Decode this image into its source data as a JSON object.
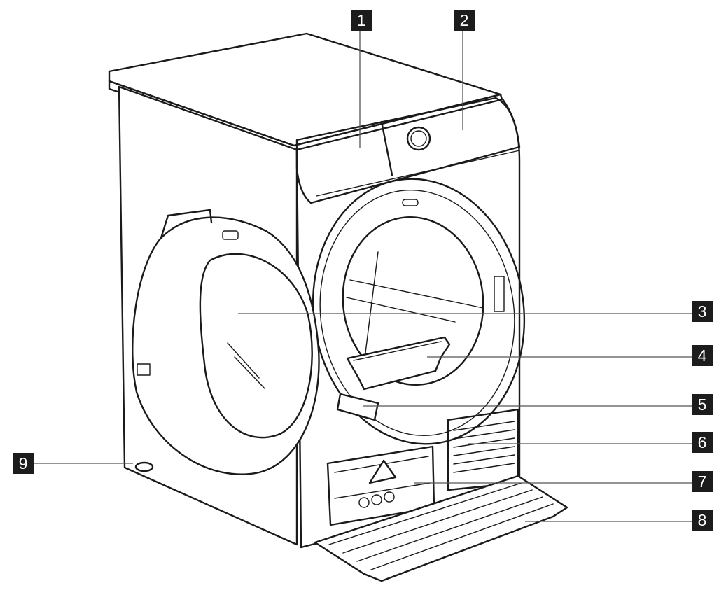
{
  "callouts": [
    {
      "id": "1",
      "label": "1"
    },
    {
      "id": "2",
      "label": "2"
    },
    {
      "id": "3",
      "label": "3"
    },
    {
      "id": "4",
      "label": "4"
    },
    {
      "id": "5",
      "label": "5"
    },
    {
      "id": "6",
      "label": "6"
    },
    {
      "id": "7",
      "label": "7"
    },
    {
      "id": "8",
      "label": "8"
    },
    {
      "id": "9",
      "label": "9"
    }
  ],
  "colors": {
    "line": "#1a1a1a",
    "callout_bg": "#1c1c1c",
    "callout_text": "#ffffff",
    "background": "#ffffff"
  }
}
